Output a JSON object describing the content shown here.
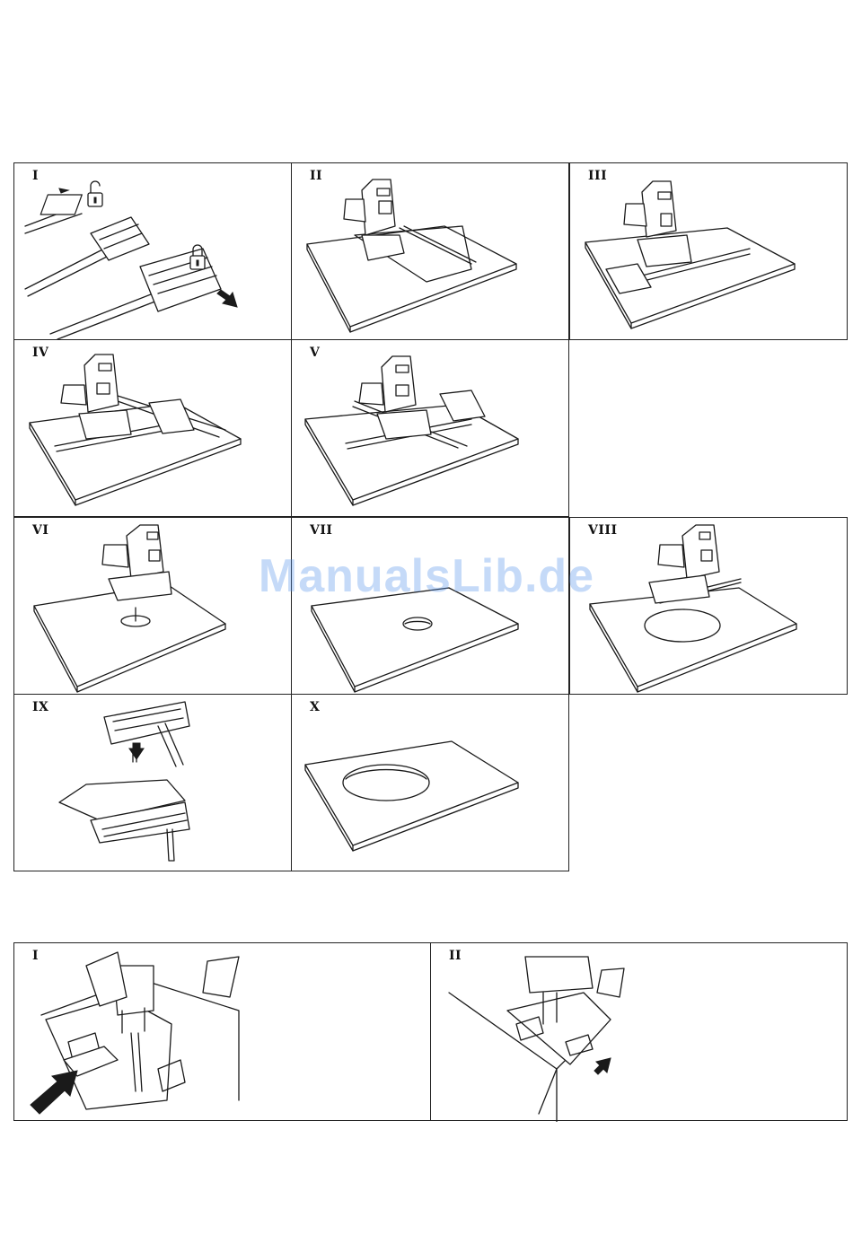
{
  "top_panels": [
    {
      "label": "I"
    },
    {
      "label": "II"
    },
    {
      "label": "III"
    },
    {
      "label": "IV"
    },
    {
      "label": "V"
    },
    {
      "label": "VI"
    },
    {
      "label": "VII"
    },
    {
      "label": "VIII"
    },
    {
      "label": "IX"
    },
    {
      "label": "X"
    }
  ],
  "bottom_panels": [
    {
      "label": "I"
    },
    {
      "label": "II"
    }
  ],
  "watermark": "ManualsLib.de",
  "icons": {
    "unlock": "padlock-open-icon",
    "lock": "padlock-closed-icon",
    "arrow": "push-arrow-icon"
  }
}
